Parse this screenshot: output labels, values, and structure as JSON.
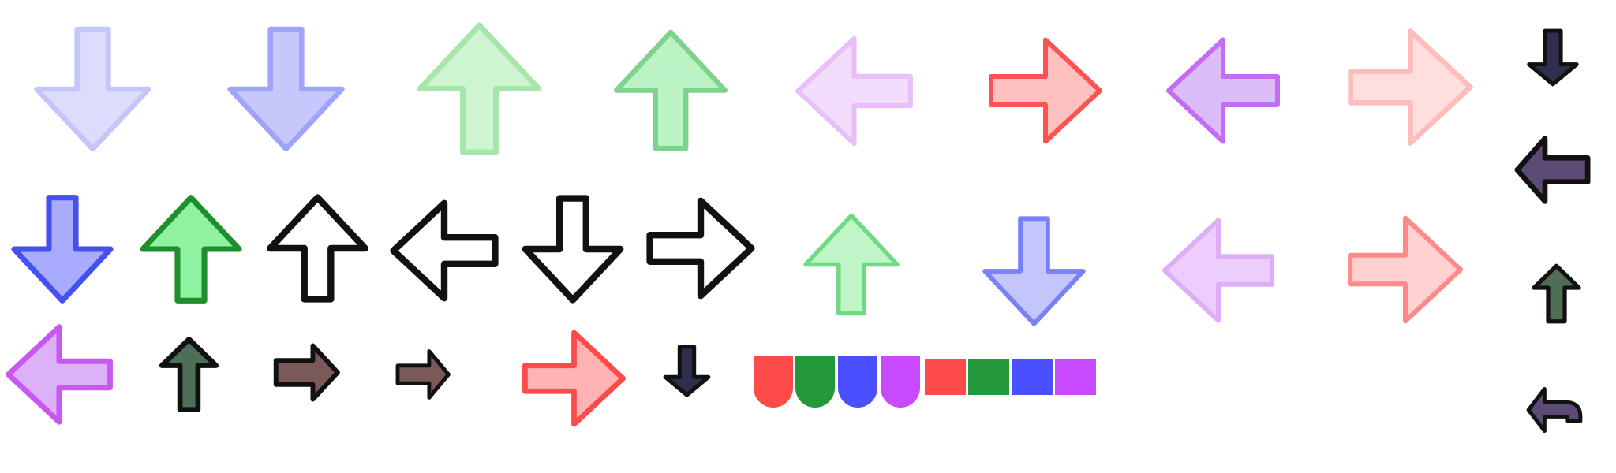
{
  "sprite_sheet": {
    "background": "#ffffff",
    "palette": {
      "red": "#ff4a4a",
      "green": "#22983a",
      "blue": "#4a50ff",
      "purple": "#c84aff",
      "navy": "#2e2f4f",
      "plum": "#5c4b75",
      "moss": "#4f6e57",
      "brown": "#7a5a58",
      "black": "#111111"
    },
    "rows": [
      {
        "name": "faded-notes",
        "sprites": [
          {
            "icon": "arrow-down-icon",
            "fill": "#dcddfd",
            "stroke": "#c3c6f9"
          },
          {
            "icon": "arrow-down-icon",
            "fill": "#c6c8fc",
            "stroke": "#9fa4f8"
          },
          {
            "icon": "arrow-up-icon",
            "fill": "#cdf5cf",
            "stroke": "#a6e6ab"
          },
          {
            "icon": "arrow-up-icon",
            "fill": "#bbf3c4",
            "stroke": "#7dd38b"
          },
          {
            "icon": "arrow-left-icon",
            "fill": "#f3ddfd",
            "stroke": "#e8bff9"
          },
          {
            "icon": "arrow-right-icon",
            "fill": "#ffc0c0",
            "stroke": "#ff5252"
          },
          {
            "icon": "arrow-left-icon",
            "fill": "#dcbcf8",
            "stroke": "#c56cf5"
          },
          {
            "icon": "arrow-right-icon",
            "fill": "#ffdede",
            "stroke": "#ffbcbc"
          }
        ]
      },
      {
        "name": "receptor-notes",
        "sprites": [
          {
            "icon": "arrow-down-icon",
            "fill": "#a9abff",
            "stroke": "#4450f0"
          },
          {
            "icon": "arrow-up-icon",
            "fill": "#8ff2a0",
            "stroke": "#1f8f2e"
          },
          {
            "icon": "arrow-up-outline-icon",
            "fill": "#ffffff",
            "stroke": "#111111"
          },
          {
            "icon": "arrow-left-outline-icon",
            "fill": "#ffffff",
            "stroke": "#111111"
          },
          {
            "icon": "arrow-down-outline-icon",
            "fill": "#ffffff",
            "stroke": "#111111"
          },
          {
            "icon": "arrow-right-outline-icon",
            "fill": "#ffffff",
            "stroke": "#111111"
          },
          {
            "icon": "arrow-up-icon",
            "fill": "#c0f5c7",
            "stroke": "#6fd983"
          },
          {
            "icon": "arrow-down-icon",
            "fill": "#c3c5fb",
            "stroke": "#7a80f6"
          },
          {
            "icon": "arrow-left-icon",
            "fill": "#eccdfd",
            "stroke": "#deadf7"
          },
          {
            "icon": "arrow-right-icon",
            "fill": "#ffd1d1",
            "stroke": "#ff8a8a"
          }
        ]
      },
      {
        "name": "misc-sprites",
        "sprites": [
          {
            "icon": "arrow-left-icon",
            "fill": "#dcb1f8",
            "stroke": "#c857f3"
          },
          {
            "icon": "thin-arrow-up-icon",
            "fill": "#4f6e57",
            "stroke": "#111111"
          },
          {
            "icon": "thin-arrow-right-icon",
            "fill": "#7a5a58",
            "stroke": "#111111"
          },
          {
            "icon": "thin-arrow-right-icon",
            "fill": "#7a5a58",
            "stroke": "#111111"
          },
          {
            "icon": "arrow-right-icon",
            "fill": "#ffb3b3",
            "stroke": "#ff4a4a"
          },
          {
            "icon": "thin-arrow-down-icon",
            "fill": "#2e2f4f",
            "stroke": "#111111"
          }
        ]
      },
      {
        "name": "side-column",
        "sprites": [
          {
            "icon": "thin-arrow-down-icon",
            "fill": "#2e2f4f",
            "stroke": "#111111"
          },
          {
            "icon": "thin-arrow-left-icon",
            "fill": "#5c4b75",
            "stroke": "#111111"
          },
          {
            "icon": "thin-arrow-up-icon",
            "fill": "#4f6e57",
            "stroke": "#111111"
          },
          {
            "icon": "curved-arrow-left-icon",
            "fill": "#5c4b75",
            "stroke": "#111111"
          }
        ]
      }
    ],
    "hold_caps": [
      "#ff4a4a",
      "#22983a",
      "#4a50ff",
      "#c84aff"
    ],
    "hold_pieces": [
      "#ff4a4a",
      "#22983a",
      "#4a50ff",
      "#c84aff"
    ]
  }
}
